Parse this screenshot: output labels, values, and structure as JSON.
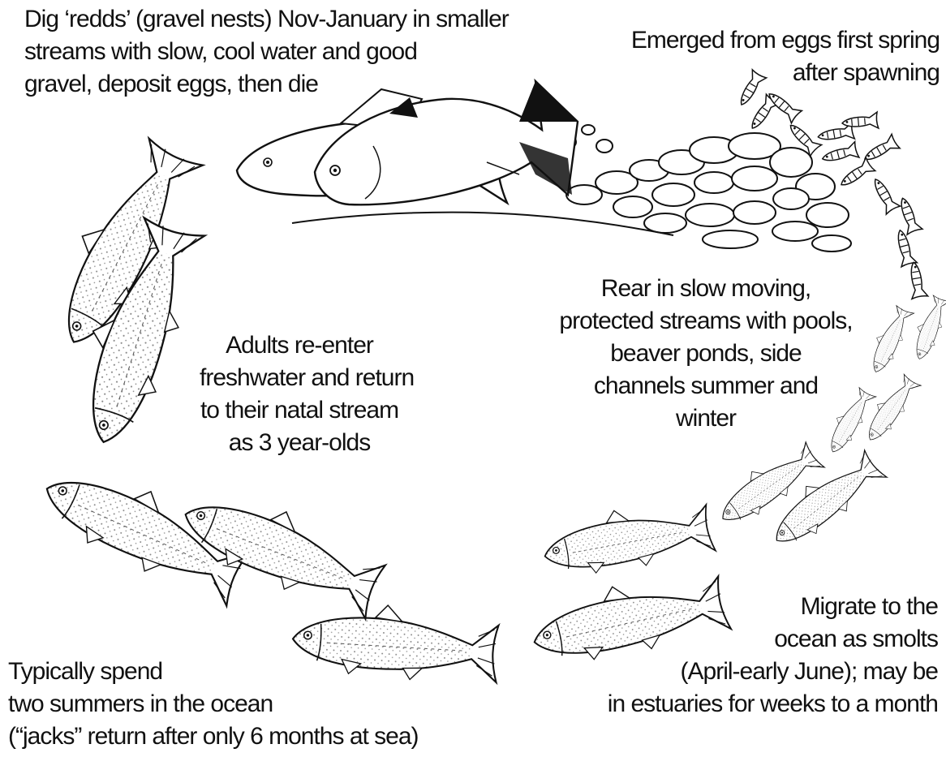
{
  "stages": {
    "spawning": [
      "Dig ‘redds’ (gravel nests) Nov-January in smaller",
      "streams with slow, cool water and good",
      "gravel, deposit eggs, then die"
    ],
    "emergence": [
      "Emerged from eggs first spring",
      "after spawning"
    ],
    "rearing": [
      "Rear in slow moving,",
      "protected streams with pools,",
      "beaver ponds, side",
      "channels summer and",
      "winter"
    ],
    "return": [
      "Adults re-enter",
      "freshwater and return",
      "to their natal stream",
      "as 3 year-olds"
    ],
    "ocean": [
      "Typically spend",
      "two summers in the ocean",
      "(“jacks” return after only 6 months at sea)"
    ],
    "smolts": [
      "Migrate to the",
      "ocean as smolts",
      "(April-early June); may be",
      "in estuaries for weeks to a month"
    ]
  }
}
